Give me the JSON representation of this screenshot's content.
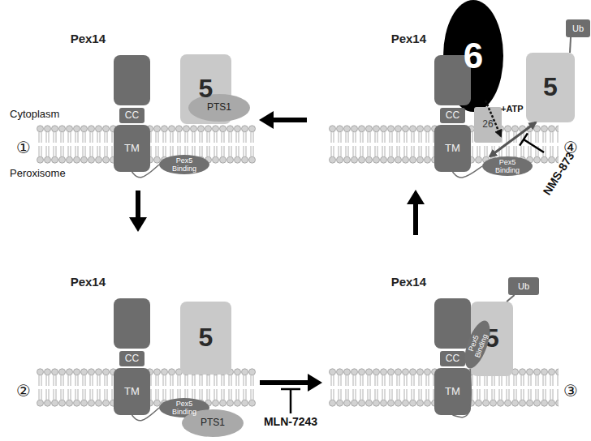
{
  "diagram": {
    "nodes": [
      {
        "text": [
          "Pex14"
        ]
      },
      {
        "text": [
          "CC"
        ]
      },
      {
        "text": [
          "TM"
        ]
      },
      {
        "text": [
          "5"
        ]
      },
      {
        "text": [
          "PTS1"
        ]
      },
      {
        "text": [
          "Pex5 Binding"
        ]
      },
      {
        "text": [
          "Pex14"
        ]
      },
      {
        "text": [
          "CC"
        ]
      },
      {
        "text": [
          "TM"
        ]
      },
      {
        "text": [
          "5"
        ]
      },
      {
        "text": [
          "Pex5 Binding"
        ]
      },
      {
        "text": [
          "PTS1"
        ]
      },
      {
        "text": [
          "Pex14"
        ]
      },
      {
        "text": [
          "CC"
        ]
      },
      {
        "text": [
          "TM"
        ]
      },
      {
        "text": [
          "Pex5 Binding"
        ]
      },
      {
        "text": [
          "5"
        ]
      },
      {
        "text": [
          "Ub"
        ]
      },
      {
        "text": [
          "6"
        ]
      },
      {
        "text": [
          "Pex14"
        ]
      },
      {
        "text": [
          "CC"
        ]
      },
      {
        "text": [
          "26"
        ]
      },
      {
        "text": [
          "TM"
        ]
      },
      {
        "text": [
          "Pex5 Binding"
        ]
      },
      {
        "text": [
          "Ub"
        ]
      },
      {
        "text": [
          "5"
        ]
      }
    ],
    "edges": [
      {
        "from": 2,
        "to": 5,
        "arrow": "none"
      },
      {
        "from": 8,
        "to": 10,
        "arrow": "none"
      },
      {
        "from": 14,
        "to": 15,
        "arrow": "none"
      },
      {
        "from": 16,
        "to": 17,
        "arrow": "none"
      },
      {
        "from": 22,
        "to": 23,
        "arrow": "none"
      },
      {
        "from": 23,
        "to": 25,
        "arrow": "both"
      },
      {
        "from": 25,
        "to": 24,
        "arrow": "none"
      }
    ],
    "labels": [
      "Cytoplasm",
      "①",
      "Peroxisome",
      "+ATP",
      "NMS-873",
      "④",
      "②",
      "MLN-7243",
      "③"
    ]
  }
}
